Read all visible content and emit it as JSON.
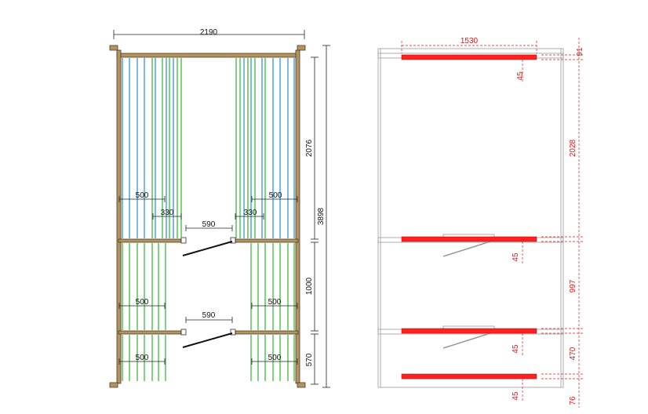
{
  "colors": {
    "wall_fill": "#b39460",
    "wall_stroke": "#4a3a20",
    "bench_blue": "#1f8fd0",
    "bench_green": "#2db52d",
    "dim_line": "#222222",
    "red_bar": "#ff2020",
    "red_dim": "#e01818",
    "gray_line": "#9a9a9a"
  },
  "left_plan": {
    "overall_width": "2190",
    "overall_height": "3898",
    "room1_height": "2076",
    "room2_height": "1000",
    "room3_height": "570",
    "bench_left_width": "500",
    "bench_right_width": "500",
    "bench_left_step": "330",
    "bench_right_step": "330",
    "door1_width": "590",
    "bench_mid_left": "500",
    "bench_mid_right": "500",
    "door2_width": "590",
    "bench_bot_left": "500",
    "bench_bot_right": "500"
  },
  "right_elevation": {
    "top_width": "1530",
    "top_gap": "91",
    "top_bar_offset": "45",
    "span1": "2028",
    "mid1_bar_offset": "45",
    "span2": "997",
    "mid2_bar_offset": "45",
    "span3": "470",
    "bottom_bar_offset": "45",
    "bottom_gap": "76"
  }
}
